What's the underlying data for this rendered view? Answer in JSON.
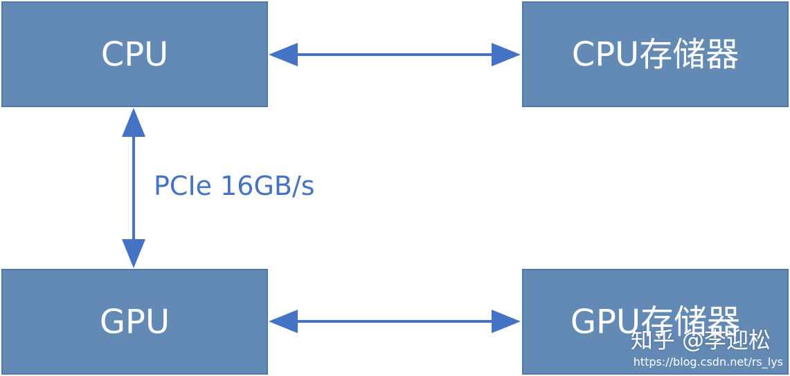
{
  "diagram": {
    "nodes": {
      "cpu": "CPU",
      "cpu_memory": "CPU存储器",
      "gpu": "GPU",
      "gpu_memory": "GPU存储器"
    },
    "links": {
      "cpu_gpu_label": "PCIe 16GB/s"
    },
    "colors": {
      "box_fill": "#638AB4",
      "box_border": "#4F77A6",
      "arrow": "#4472C4",
      "label": "#4472C4"
    }
  },
  "watermark": {
    "text": "知乎 @李迎松",
    "url": "https://blog.csdn.net/rs_lys"
  }
}
